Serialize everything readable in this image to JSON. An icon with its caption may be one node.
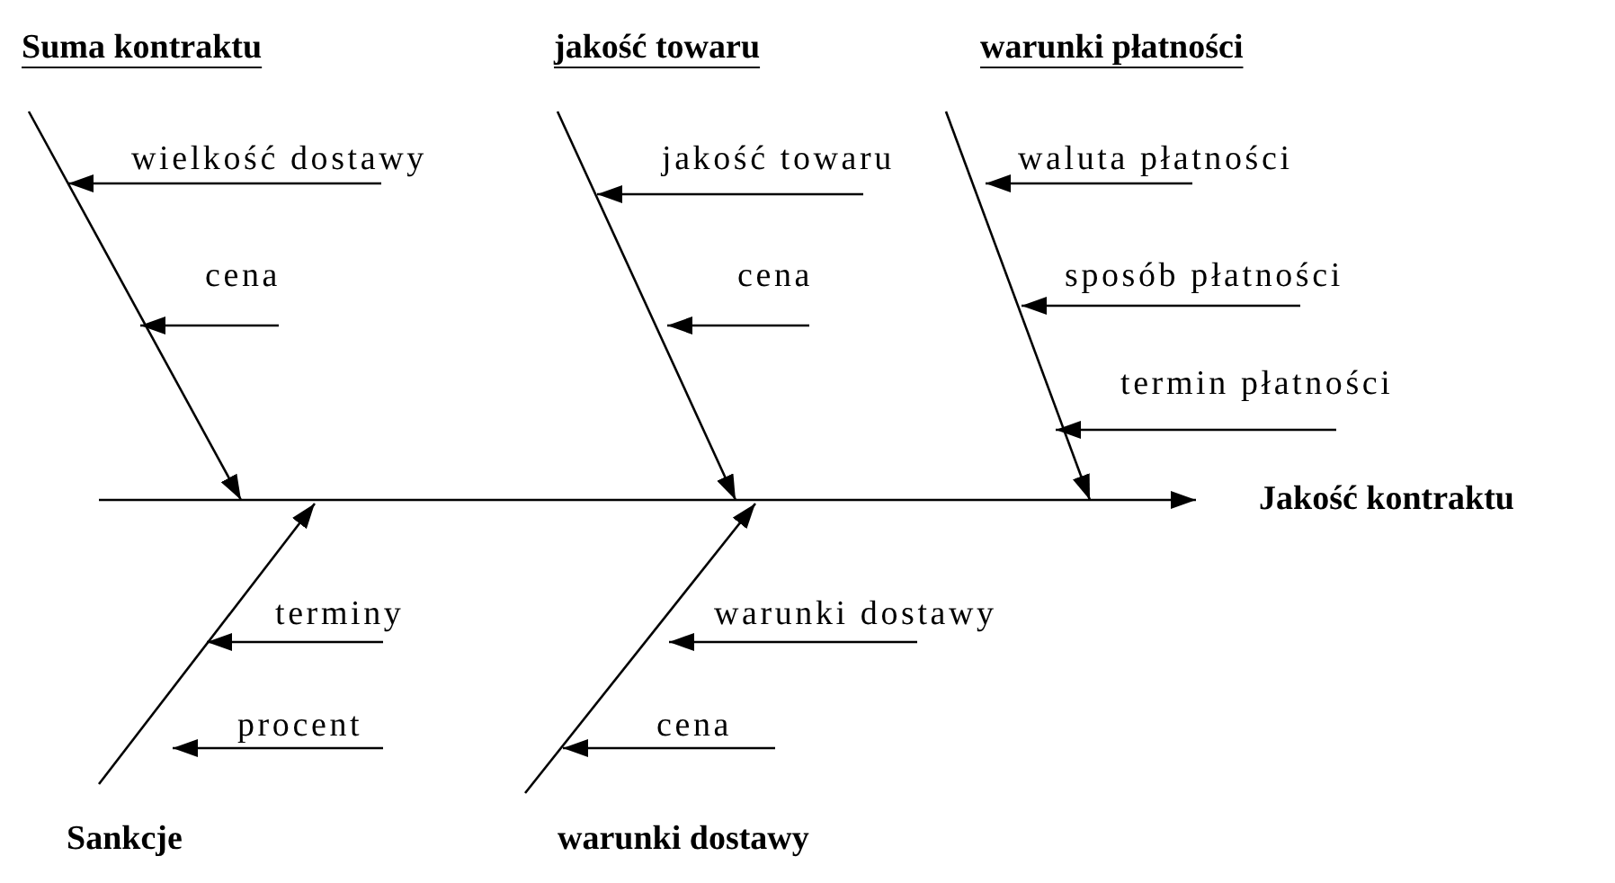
{
  "diagram": {
    "nodes": [
      {
        "text": [
          "Suma kontraktu"
        ]
      },
      {
        "text": [
          "jakość towaru"
        ]
      },
      {
        "text": [
          "warunki płatności"
        ]
      },
      {
        "text": [
          "wielkość dostawy"
        ]
      },
      {
        "text": [
          "cena"
        ]
      },
      {
        "text": [
          "jakość towaru"
        ]
      },
      {
        "text": [
          "cena"
        ]
      },
      {
        "text": [
          "waluta płatności"
        ]
      },
      {
        "text": [
          "sposób płatności"
        ]
      },
      {
        "text": [
          "termin płatności"
        ]
      },
      {
        "text": [
          "Jakość kontraktu"
        ]
      },
      {
        "text": [
          "Sankcje"
        ]
      },
      {
        "text": [
          "warunki dostawy"
        ]
      },
      {
        "text": [
          "terminy"
        ]
      },
      {
        "text": [
          "procent"
        ]
      },
      {
        "text": [
          "warunki dostawy"
        ]
      },
      {
        "text": [
          "cena"
        ]
      }
    ],
    "edges": [
      {
        "from": 0,
        "to": null,
        "arrow": "to"
      },
      {
        "from": 1,
        "to": null,
        "arrow": "to"
      },
      {
        "from": 2,
        "to": null,
        "arrow": "to"
      },
      {
        "from": 3,
        "to": null,
        "arrow": "to"
      },
      {
        "from": 4,
        "to": null,
        "arrow": "to"
      },
      {
        "from": 5,
        "to": null,
        "arrow": "to"
      },
      {
        "from": 6,
        "to": null,
        "arrow": "to"
      },
      {
        "from": 7,
        "to": null,
        "arrow": "to"
      },
      {
        "from": 8,
        "to": null,
        "arrow": "to"
      },
      {
        "from": 9,
        "to": null,
        "arrow": "to"
      },
      {
        "from": null,
        "to": 10,
        "arrow": "to"
      },
      {
        "from": 11,
        "to": null,
        "arrow": "to"
      },
      {
        "from": 12,
        "to": null,
        "arrow": "to"
      },
      {
        "from": 13,
        "to": null,
        "arrow": "to"
      },
      {
        "from": 14,
        "to": null,
        "arrow": "to"
      },
      {
        "from": 15,
        "to": null,
        "arrow": "to"
      },
      {
        "from": 16,
        "to": null,
        "arrow": "to"
      }
    ]
  }
}
